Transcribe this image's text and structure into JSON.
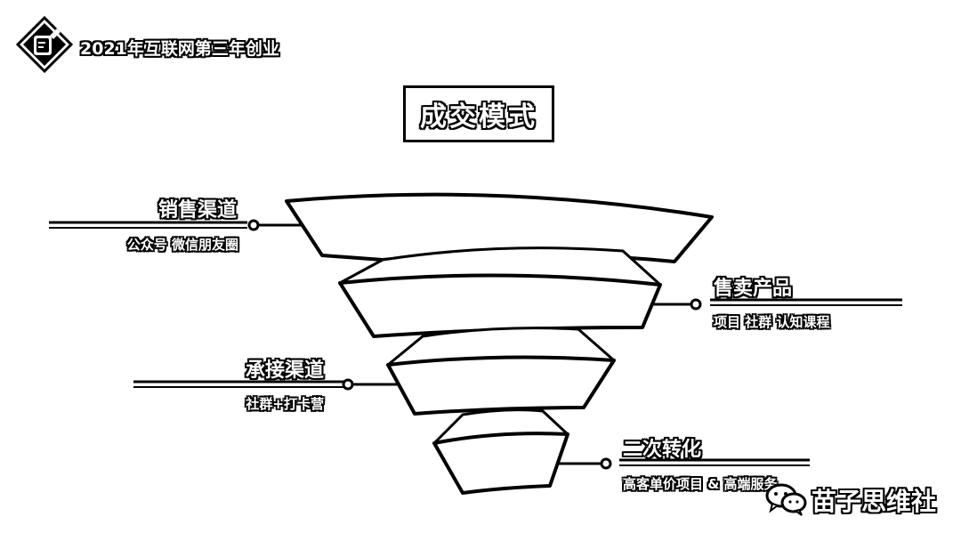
{
  "header": {
    "title": "2021年互联网第三年创业",
    "logo_icon": "pencil-note-icon"
  },
  "main": {
    "title": "成交模式"
  },
  "stages": [
    {
      "title": "销售渠道",
      "subtitle": "公众号  微信朋友圈"
    },
    {
      "title": "售卖产品",
      "subtitle": "项目  社群  认知课程"
    },
    {
      "title": "承接渠道",
      "subtitle": "社群+打卡营"
    },
    {
      "title": "二次转化",
      "subtitle": "高客单价项目 & 高端服务"
    }
  ],
  "watermark": {
    "text": "苗子思维社",
    "icon": "wechat-icon"
  }
}
